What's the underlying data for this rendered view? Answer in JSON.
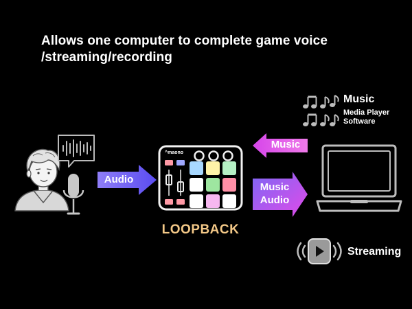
{
  "headline": {
    "line1": "Allows one computer to complete game voice",
    "line2": "/streaming/recording"
  },
  "arrows": {
    "audio_in": "Audio",
    "music_back": "Music",
    "music_out_line1": "Music",
    "music_out_line2": "Audio"
  },
  "device": {
    "brand": "maono",
    "label": "LOOPBACK",
    "pad_colors": [
      "#a8d8ff",
      "#fff3a8",
      "#b5f0c4",
      "#ffffff",
      "#9ee6a0",
      "#ff8fa6",
      "#ffffff",
      "#f7b8f0",
      "#ffffff"
    ],
    "left_button_colors": [
      "#ff9aa6",
      "#9ea8ff"
    ]
  },
  "music": {
    "title": "Music",
    "sub_line1": "Media Player",
    "sub_line2": "Software"
  },
  "streaming": {
    "label": "Streaming"
  },
  "colors": {
    "accent_purple": "#6f5cf6",
    "accent_magenta": "#e64ce8",
    "loopback_text": "#f3c887"
  },
  "icons": [
    "person-icon",
    "soundwave-bubble-icon",
    "microphone-icon",
    "music-notes-icon",
    "laptop-icon",
    "play-streaming-icon"
  ]
}
